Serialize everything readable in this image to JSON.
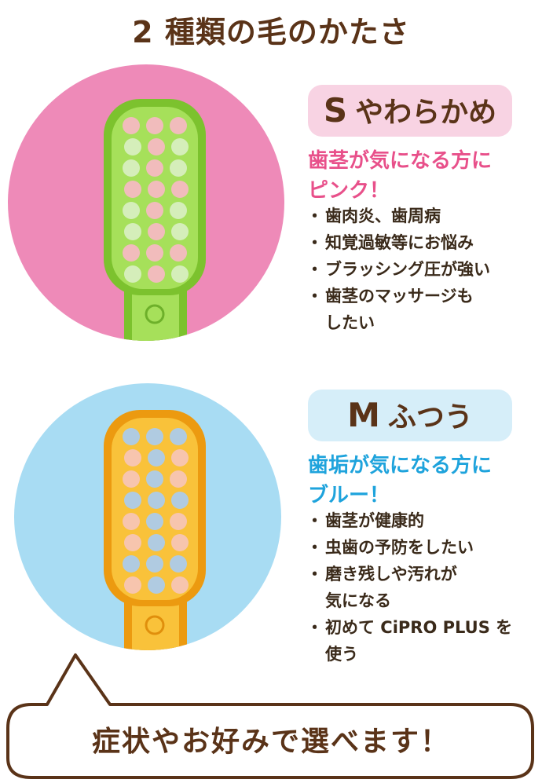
{
  "title": "2 種類の毛のかたさ",
  "soft": {
    "letter": "S",
    "word": "やわらかめ",
    "headline_1": "歯茎が気になる方に",
    "headline_2": "ピンク！",
    "items": [
      "歯肉炎、歯周病",
      "知覚過敏等にお悩み",
      "ブラッシング圧が強い",
      "歯茎のマッサージも",
      "したい"
    ],
    "accent": "#e8508a",
    "circle_color": "#ee8ab8",
    "box_color": "#f8d3e3",
    "handle_color": "#8fd03a",
    "bristle_color": "#f7b8c4"
  },
  "medium": {
    "letter": "M",
    "word": "ふつう",
    "headline_1": "歯垢が気になる方に",
    "headline_2": "ブルー！",
    "items": [
      "歯茎が健康的",
      "虫歯の予防をしたい",
      "磨き残しや汚れが",
      "気になる",
      "初めて CiPRO PLUS を",
      "使う"
    ],
    "accent": "#1ea3dc",
    "circle_color": "#a8dcf3",
    "box_color": "#d6eef9",
    "handle_color": "#f7b21f",
    "bristle_color": "#a9ccf0"
  },
  "bubble": {
    "text": "症状やお好みで選べます！"
  }
}
